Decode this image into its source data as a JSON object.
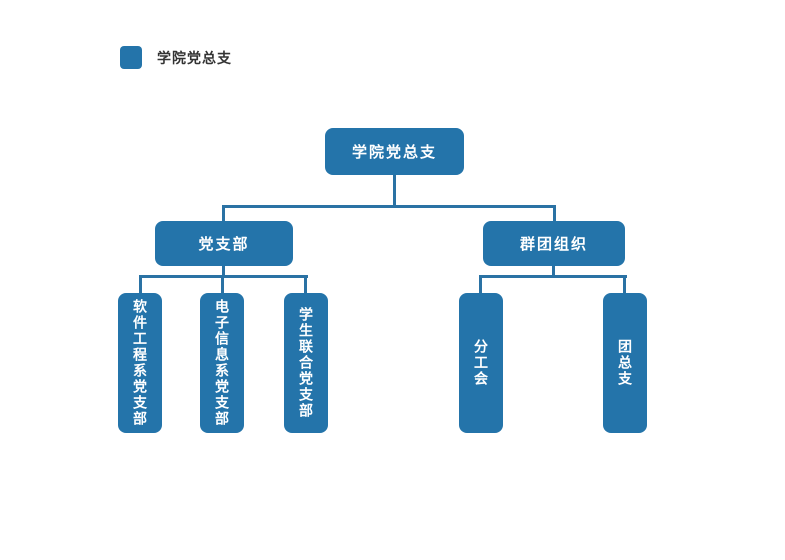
{
  "colors": {
    "node_fill": "#2474aa",
    "connector": "#2a72a4",
    "node_text": "#ffffff",
    "legend_text": "#333333"
  },
  "legend": {
    "label": "学院党总支"
  },
  "org": {
    "root": {
      "label": "学院党总支"
    },
    "branches": [
      {
        "label": "党支部",
        "children": [
          {
            "label": "软件工程系党支部"
          },
          {
            "label": "电子信息系党支部"
          },
          {
            "label": "学生联合党支部"
          }
        ]
      },
      {
        "label": "群团组织",
        "children": [
          {
            "label": "分工会"
          },
          {
            "label": "团总支"
          }
        ]
      }
    ]
  }
}
